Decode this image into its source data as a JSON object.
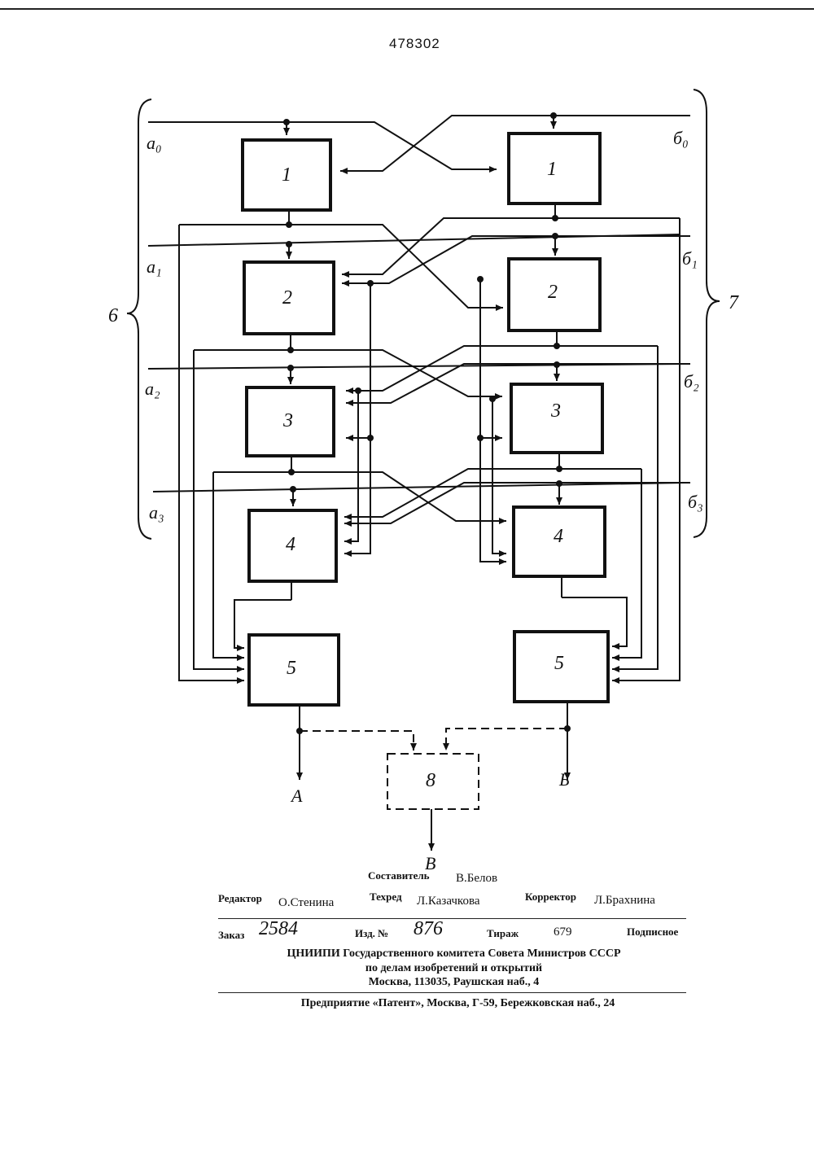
{
  "header": {
    "patent_number": "478302"
  },
  "diagram": {
    "left_blocks": [
      "1",
      "2",
      "3",
      "4",
      "5"
    ],
    "right_blocks": [
      "1",
      "2",
      "3",
      "4",
      "5"
    ],
    "left_inputs": [
      "a₀",
      "a₁",
      "a₂",
      "a₃"
    ],
    "right_inputs": [
      "б₀",
      "б₁",
      "б₂",
      "б₃"
    ],
    "left_group_label": "6",
    "right_group_label": "7",
    "combiner_label": "8",
    "output_left": "А",
    "output_right": "Б",
    "output_bottom": "В"
  },
  "imprint": {
    "compiler_label": "Составитель",
    "compiler_name": "В.Белов",
    "editor_label": "Редактор",
    "editor_name": "О.Стенина",
    "techred_label": "Техред",
    "techred_name": "Л.Казачкова",
    "corrector_label": "Корректор",
    "corrector_name": "Л.Брахнина",
    "order_label": "Заказ",
    "order_value": "2584",
    "edition_label": "Изд. №",
    "edition_value": "876",
    "circulation_label": "Тираж",
    "circulation_value": "679",
    "subscription": "Подписное",
    "org_line1": "ЦНИИПИ Государственного комитета Совета Министров СССР",
    "org_line2": "по делам изобретений и открытий",
    "org_line3": "Москва, 113035, Раушская наб., 4",
    "printer": "Предприятие «Патент», Москва, Г-59, Бережковская наб., 24"
  }
}
